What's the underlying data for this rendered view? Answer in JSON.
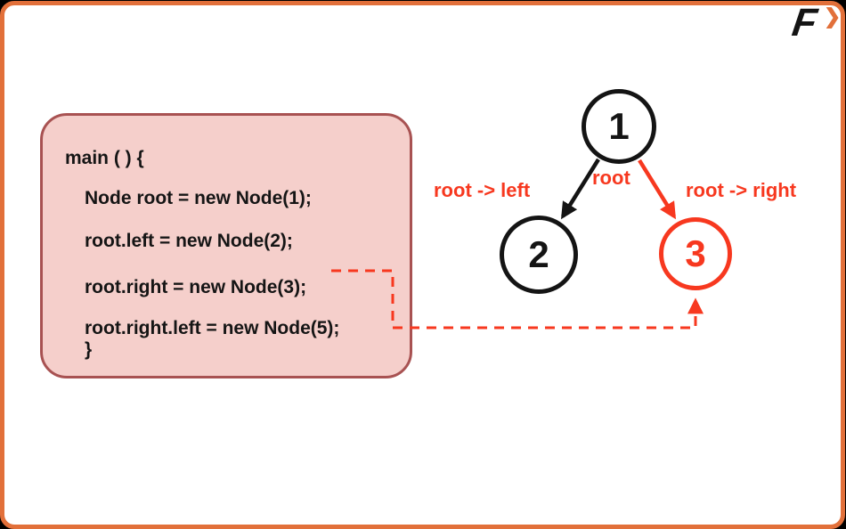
{
  "colors": {
    "frame_border": "#E2703A",
    "accent_red": "#F7381F",
    "code_box_fill": "#F5CFCB",
    "code_box_border": "#A85252",
    "node_black": "#141414"
  },
  "logo": {
    "letter": "F",
    "chevron": "❯"
  },
  "code_box": {
    "header": "main ( ) {",
    "lines": [
      "Node root = new Node(1);",
      "root.left = new Node(2);",
      "root.right = new Node(3);",
      "root.right.left = new Node(5);"
    ],
    "closing_brace": "}"
  },
  "tree": {
    "node1": "1",
    "node2": "2",
    "node3": "3",
    "label_root": "root",
    "label_root_left": "root -> left",
    "label_root_right": "root -> right"
  }
}
